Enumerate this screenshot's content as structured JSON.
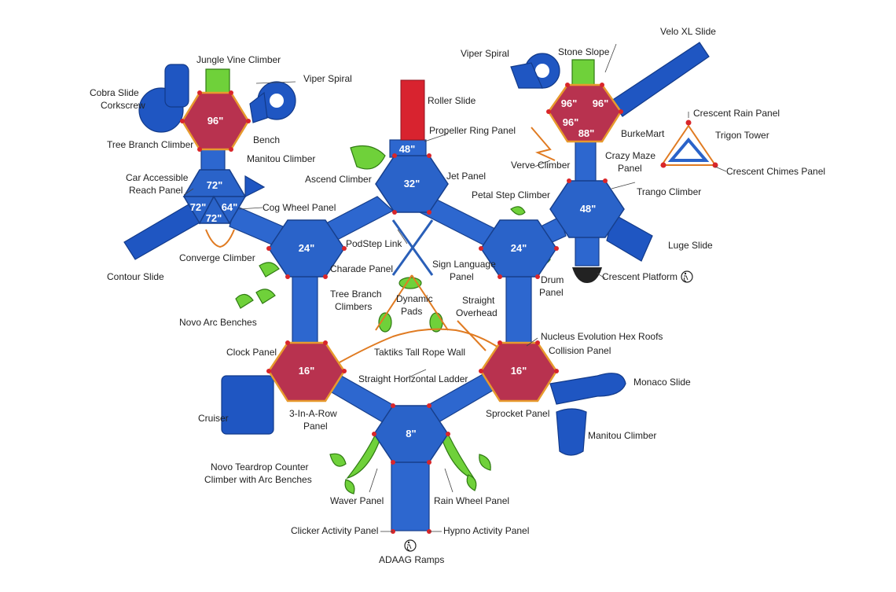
{
  "labels": {
    "velo_xl_slide": "Velo XL Slide",
    "viper_spiral_right": "Viper Spiral",
    "stone_slope": "Stone Slope",
    "jungle_vine_climber": "Jungle Vine Climber",
    "viper_spiral_left": "Viper Spiral",
    "cobra_slide": "Cobra Slide",
    "corkscrew": "Corkscrew",
    "roller_slide": "Roller Slide",
    "propeller_ring_panel": "Propeller Ring Panel",
    "crescent_rain_panel": "Crescent Rain Panel",
    "trigon_tower": "Trigon Tower",
    "burkemart": "BurkeMart",
    "tree_branch_climber": "Tree Branch Climber",
    "bench": "Bench",
    "manitou_climber_top": "Manitou Climber",
    "verve_climber": "Verve Climber",
    "crazy_maze_1": "Crazy Maze",
    "crazy_maze_2": "Panel",
    "crescent_chimes_panel": "Crescent Chimes Panel",
    "car_accessible_1": "Car Accessible",
    "car_accessible_2": "Reach Panel",
    "ascend_climber": "Ascend Climber",
    "jet_panel": "Jet Panel",
    "trango_climber": "Trango Climber",
    "petal_step_climber": "Petal Step Climber",
    "cog_wheel_panel": "Cog Wheel Panel",
    "podstep_link": "PodStep Link",
    "luge_slide": "Luge Slide",
    "converge_climber": "Converge Climber",
    "charade_panel": "Charade Panel",
    "sign_language_1": "Sign Language",
    "sign_language_2": "Panel",
    "contour_slide": "Contour Slide",
    "drum_panel_1": "Drum",
    "drum_panel_2": "Panel",
    "crescent_platform": "Crescent Platform",
    "tree_branch_climbers_1": "Tree Branch",
    "tree_branch_climbers_2": "Climbers",
    "dynamic_pads_1": "Dynamic",
    "dynamic_pads_2": "Pads",
    "straight_overhead_1": "Straight",
    "straight_overhead_2": "Overhead",
    "novo_arc_benches": "Novo Arc Benches",
    "nucleus_evolution": "Nucleus Evolution Hex Roofs",
    "clock_panel": "Clock Panel",
    "taktiks_rope_wall": "Taktiks Tall Rope Wall",
    "collision_panel": "Collision Panel",
    "straight_horizontal_ladder": "Straight Horizontal Ladder",
    "monaco_slide": "Monaco Slide",
    "cruiser": "Cruiser",
    "three_in_a_row_1": "3-In-A-Row",
    "three_in_a_row_2": "Panel",
    "sprocket_panel": "Sprocket Panel",
    "manitou_climber_bottom": "Manitou Climber",
    "novo_teardrop_1": "Novo Teardrop Counter",
    "novo_teardrop_2": "Climber with Arc Benches",
    "waver_panel": "Waver Panel",
    "rain_wheel_panel": "Rain Wheel Panel",
    "clicker_activity_panel": "Clicker Activity Panel",
    "hypno_activity_panel": "Hypno Activity Panel",
    "adaag_ramps": "ADAAG Ramps"
  },
  "deck_heights": {
    "top_left_roof": "96\"",
    "top_left_a": "72\"",
    "top_left_b": "72\"",
    "top_left_c": "64\"",
    "top_left_d": "72\"",
    "top_48": "48\"",
    "top_32": "32\"",
    "right_roof_a": "96\"",
    "right_roof_b": "96\"",
    "right_roof_c": "96\"",
    "right_roof_d": "88\"",
    "right_48": "48\"",
    "left_24": "24\"",
    "right_24": "24\"",
    "left_16": "16\"",
    "right_16": "16\"",
    "bottom_8": "8\""
  },
  "colors": {
    "deck_blue": "#2a63c9",
    "roof_red": "#b8324f",
    "accent_orange": "#e07b22",
    "climber_green": "#6fd13a",
    "post_red": "#d9262a"
  },
  "icons": {
    "accessibility": "wheelchair-icon"
  }
}
